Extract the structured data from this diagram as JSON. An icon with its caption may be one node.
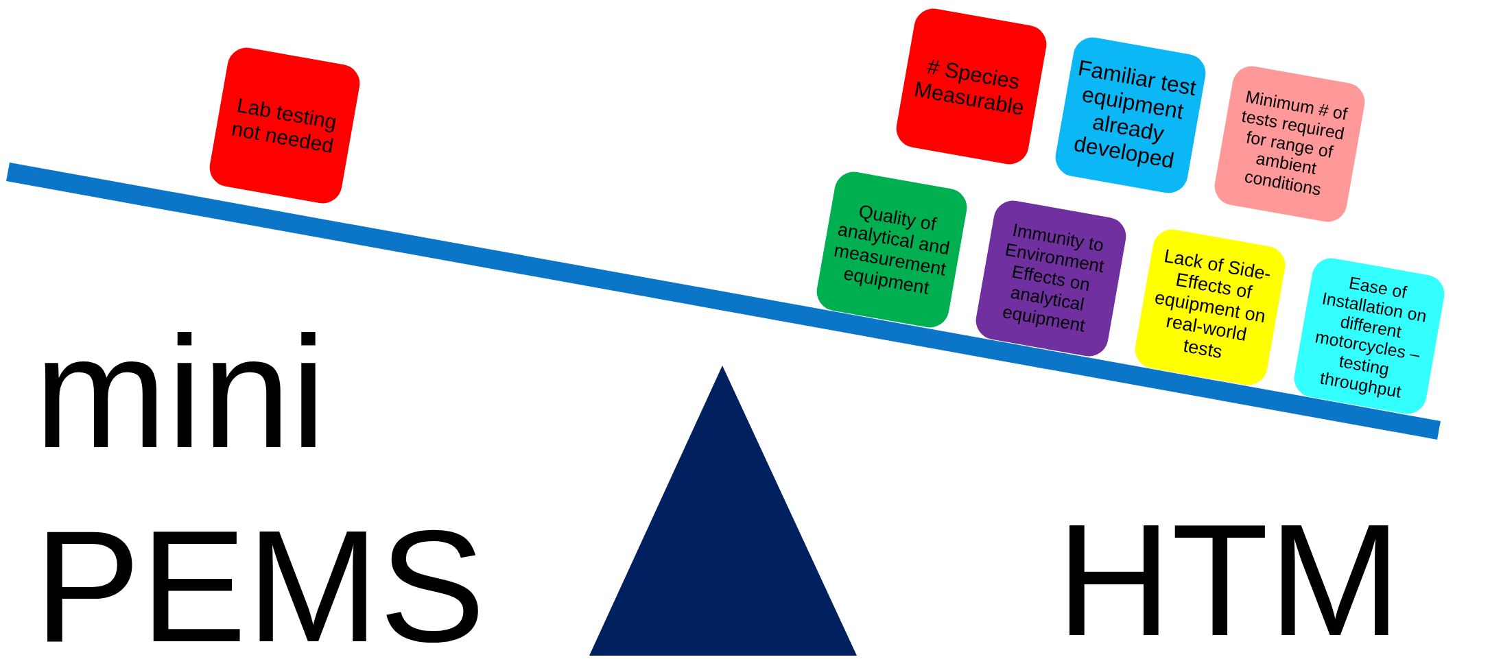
{
  "diagram": {
    "nodes": [
      {
        "text": [
          "Lab testing not needed"
        ]
      },
      {
        "text": [
          "# Species Measurable"
        ]
      },
      {
        "text": [
          "Familiar test equipment already developed"
        ]
      },
      {
        "text": [
          "Minimum # of tests required for range of ambient conditions"
        ]
      },
      {
        "text": [
          "Quality of analytical and measurement equipment"
        ]
      },
      {
        "text": [
          "Immunity to Environment Effects on analytical equipment"
        ]
      },
      {
        "text": [
          "Lack of Side-Effects of equipment on real-world tests"
        ]
      },
      {
        "text": [
          "Ease of Installation on different motorcycles – testing throughput"
        ]
      }
    ],
    "labels": [
      "mini PEMS",
      "HTM"
    ]
  }
}
